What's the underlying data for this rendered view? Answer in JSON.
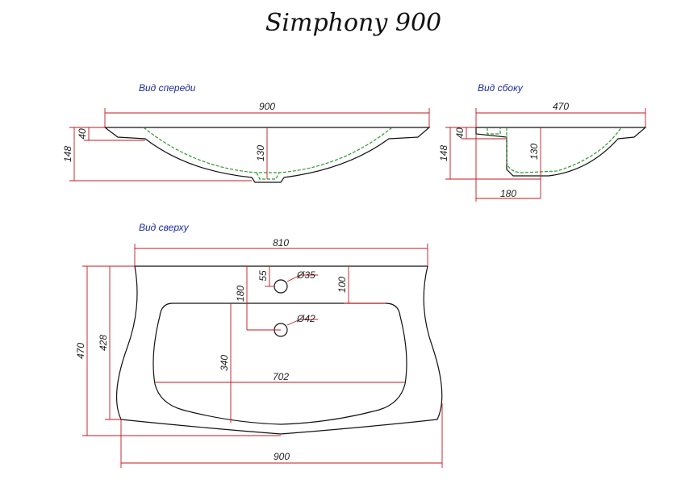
{
  "title": "Simphony 900",
  "views": {
    "front": "Вид спереди",
    "side": "Вид сбоку",
    "top": "Вид сверху"
  },
  "front_dims": {
    "width": "900",
    "height": "148",
    "rim": "40",
    "depth": "130"
  },
  "side_dims": {
    "width": "470",
    "height": "148",
    "rim": "40",
    "depth": "130",
    "drain_offset": "180"
  },
  "top_dims": {
    "top_width": "810",
    "depth": "470",
    "inner_depth": "428",
    "tap_offset": "55",
    "tap_hole": "Ø35",
    "rim_back": "100",
    "drain_offset": "180",
    "drain_hole": "Ø42",
    "bowl_depth": "340",
    "bowl_width": "702",
    "bottom_width": "900"
  },
  "colors": {
    "outline": "#111111",
    "dimension": "#c0181e",
    "hidden": "#2c9a2c",
    "label": "#1a2aa0"
  }
}
